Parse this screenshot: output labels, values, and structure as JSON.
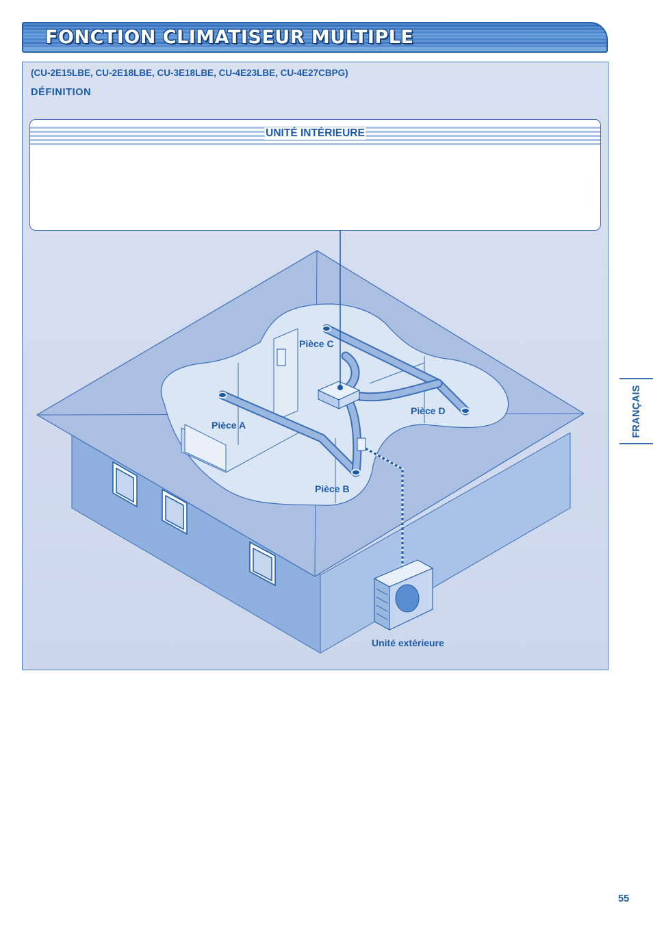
{
  "header": {
    "title": "FONCTION CLIMATISEUR MULTIPLE"
  },
  "section": {
    "models": "(CU-2E15LBE, CU-2E18LBE, CU-3E18LBE, CU-4E23LBE, CU-4E27CBPG)",
    "definition": "DÉFINITION"
  },
  "indoor_box": {
    "title": "UNITÉ INTÉRIEURE"
  },
  "diagram": {
    "room_a": "Pièce A",
    "room_b": "Pièce B",
    "room_c": "Pièce C",
    "room_d": "Pièce D",
    "outdoor_unit": "Unité extérieure"
  },
  "side_tab": {
    "label": "FRANÇAIS"
  },
  "footer": {
    "page_number": "55"
  },
  "colors": {
    "accent": "#1a5aa8",
    "roof": "#aabfe2",
    "wall": "#8eaedd",
    "panel": "#d3dcee"
  }
}
